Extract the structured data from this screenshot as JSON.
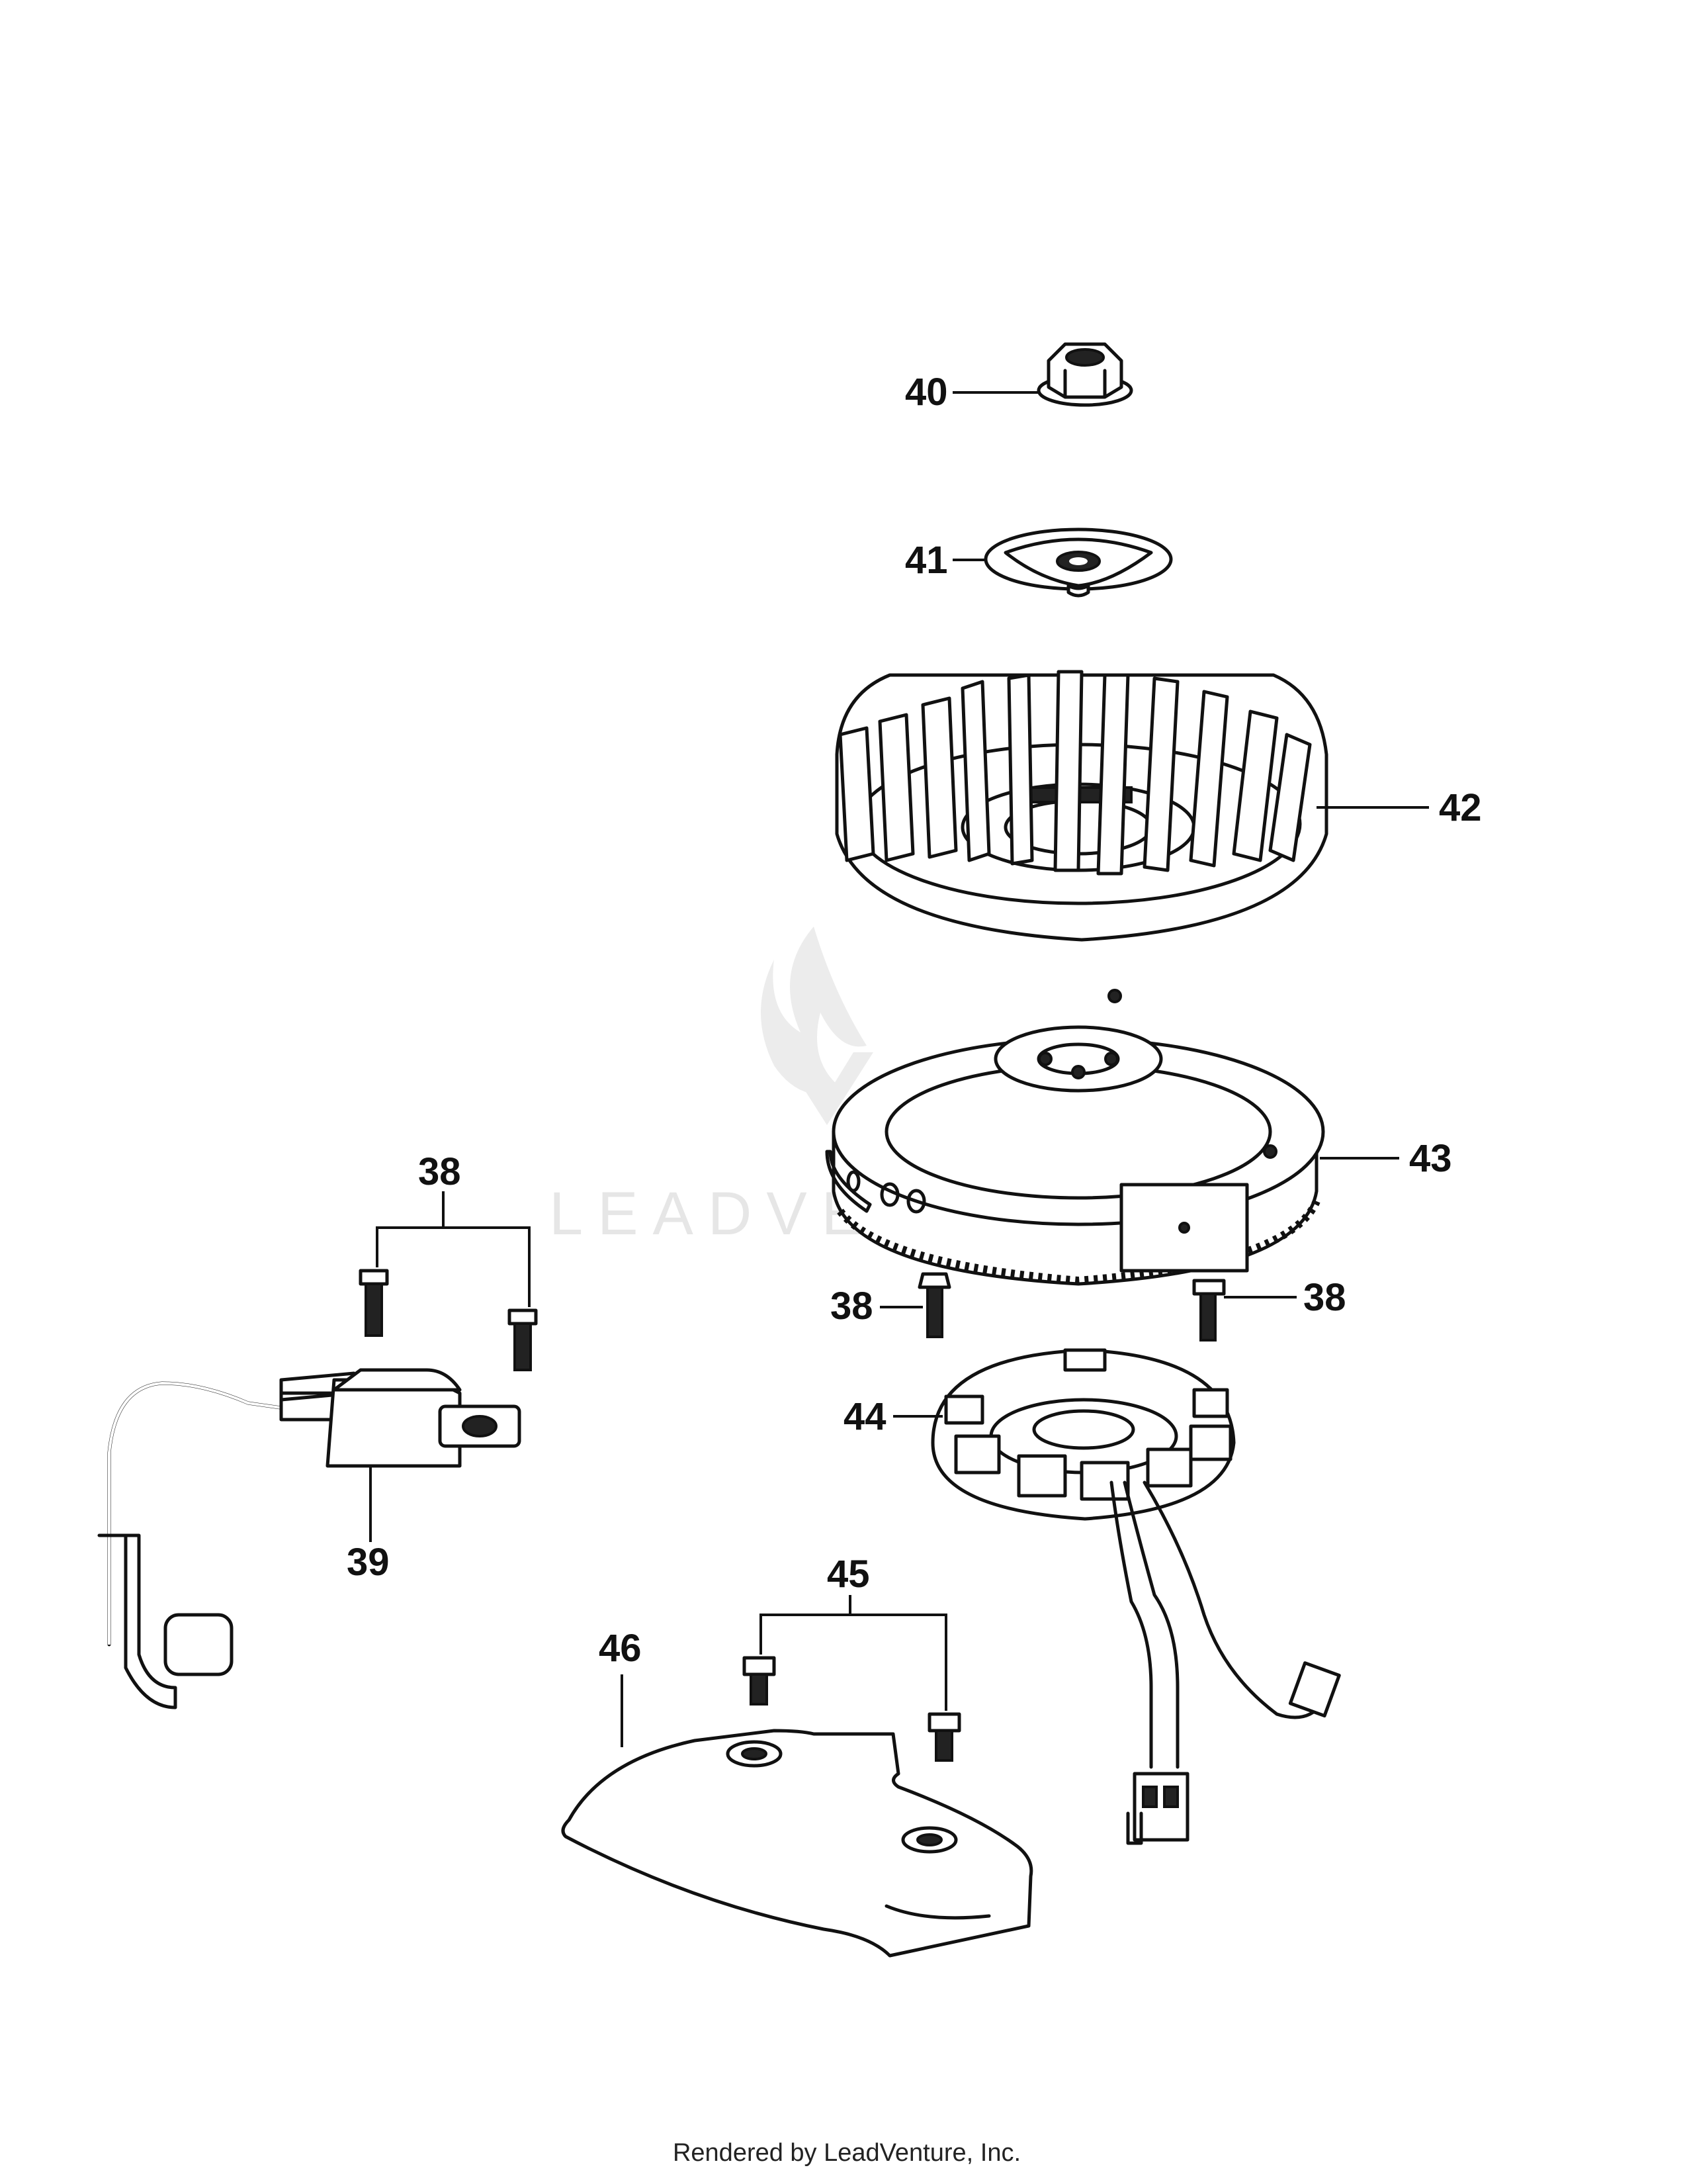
{
  "diagram": {
    "callouts": {
      "c38_top": "38",
      "c38_left": "38",
      "c38_right": "38",
      "c39": "39",
      "c40": "40",
      "c41": "41",
      "c42": "42",
      "c43": "43",
      "c44": "44",
      "c45": "45",
      "c46": "46"
    },
    "watermark": "LEADVEN",
    "footer": "Rendered by LeadVenture, Inc."
  }
}
